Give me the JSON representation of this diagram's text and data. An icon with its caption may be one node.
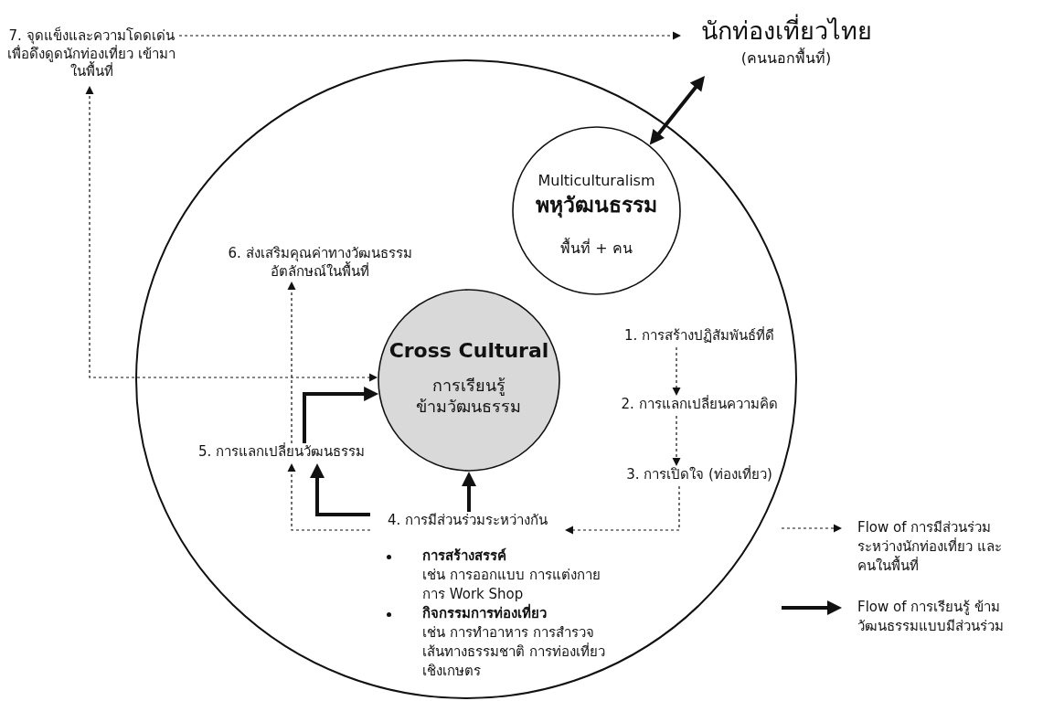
{
  "diagram": {
    "nodes": [
      {
        "text": [],
        "shape": "circle"
      },
      {
        "text": [
          "นักท่องเที่ยวไทย",
          "(คนนอกพื้นที่)"
        ]
      },
      {
        "text": [
          "7. จุดแข็งและความโดดเด่น เพื่อดึงดูดนักท่องเที่ยว เข้ามาในพื้นที่"
        ]
      },
      {
        "text": [
          "Multiculturalism",
          "พหุวัฒนธรรม",
          "พื้นที่ + คน"
        ],
        "in": 0
      },
      {
        "text": [
          "6. ส่งเสริมคุณค่าทางวัฒนธรรม อัตลักษณ์ในพื้นที่"
        ],
        "in": 0
      },
      {
        "text": [
          "Cross Cultural",
          "การเรียนรู้ ข้ามวัฒนธรรม"
        ],
        "in": 0
      },
      {
        "text": [
          "1. การสร้างปฏิสัมพันธ์ที่ดี"
        ],
        "in": 0
      },
      {
        "text": [
          "2. การแลกเปลี่ยนความคิด"
        ],
        "in": 0
      },
      {
        "text": [
          "3. การเปิดใจ (ท่องเที่ยว)"
        ],
        "in": 0
      },
      {
        "text": [
          "5. การแลกเปลี่ยนวัฒนธรรม"
        ],
        "in": 0
      },
      {
        "text": [
          "4. การมีส่วนร่วมระหว่างกัน"
        ],
        "in": 0,
        "beside": [
          "การสร้างสรรค์",
          "เช่น การออกแบบ การแต่งกาย การ Work Shop",
          "กิจกรรมการท่องเที่ยว",
          "เช่น การทำอาหาร การสำรวจเส้นทางธรรมชาติ การท่องเที่ยวเชิงเกษตร"
        ]
      }
    ],
    "edges": [
      {
        "from": 2,
        "to": 1,
        "arrow": "to",
        "style": "dashed"
      },
      {
        "from": 1,
        "to": 3,
        "arrow": "both",
        "style": "thick"
      },
      {
        "from": 6,
        "to": 7,
        "arrow": "to",
        "style": "dashed"
      },
      {
        "from": 7,
        "to": 8,
        "arrow": "to",
        "style": "dashed"
      },
      {
        "from": 8,
        "to": 10,
        "arrow": "to",
        "style": "dashed"
      },
      {
        "from": 10,
        "to": 9,
        "arrow": "to",
        "style": "dashed"
      },
      {
        "from": 10,
        "to": 9,
        "arrow": "to",
        "style": "thick"
      },
      {
        "from": 10,
        "to": 5,
        "arrow": "to",
        "style": "thick"
      },
      {
        "from": 9,
        "to": 5,
        "arrow": "to",
        "style": "thick"
      },
      {
        "from": 9,
        "to": 4,
        "arrow": "to",
        "style": "dashed"
      },
      {
        "from": 5,
        "to": 2,
        "arrow": "both",
        "style": "dashed"
      }
    ],
    "legend": [
      {
        "text": "Flow of การมีส่วนร่วม ระหว่างนักท่องเที่ยว และคนในพื้นที่"
      },
      {
        "text": "Flow of การเรียนรู้ ข้ามวัฒนธรรมแบบมีส่วนร่วม"
      }
    ]
  }
}
